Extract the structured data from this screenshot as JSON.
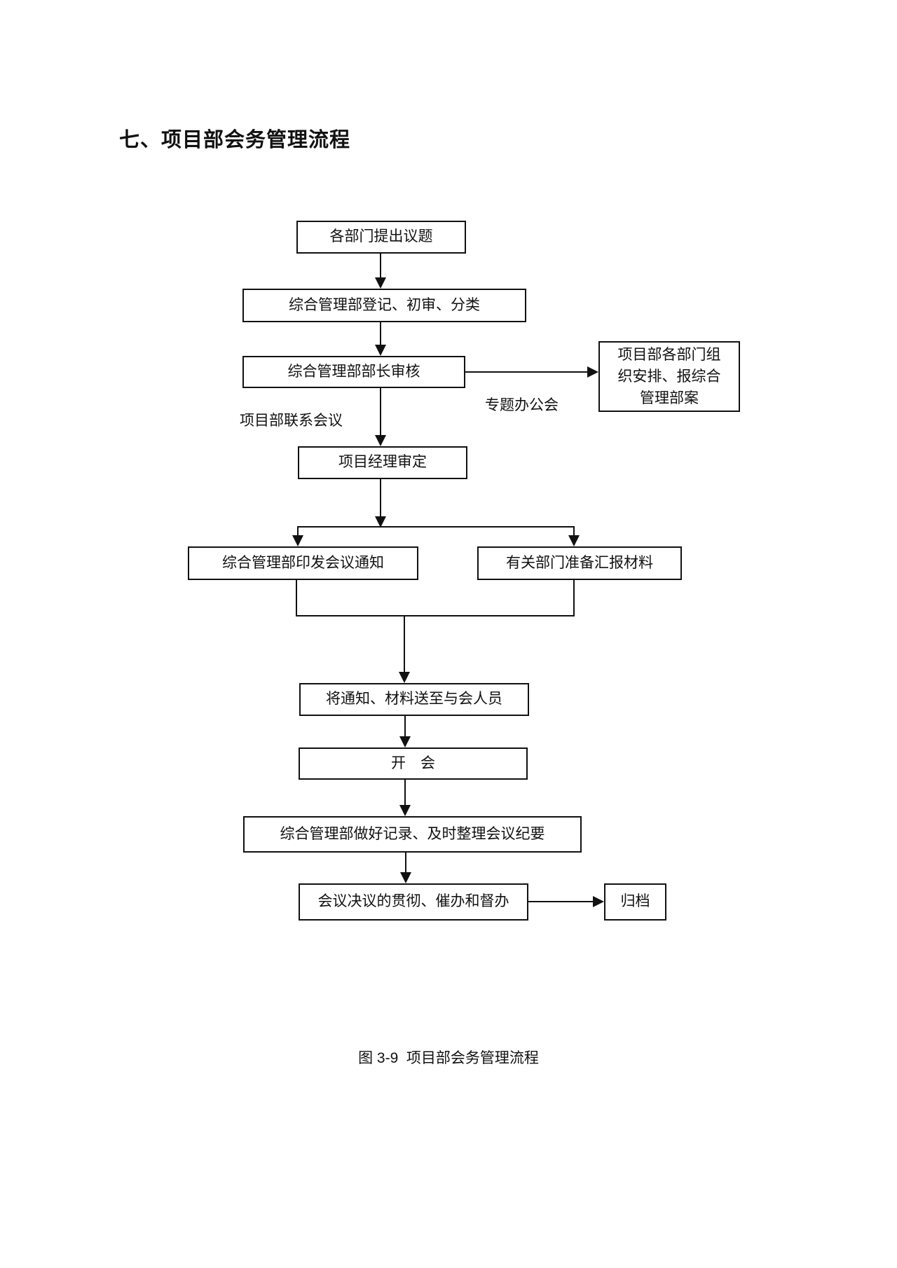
{
  "page": {
    "title": "七、项目部会务管理流程",
    "caption": "图 3-9  项目部会务管理流程"
  },
  "colors": {
    "background": "#ffffff",
    "line": "#111111",
    "text": "#111111"
  },
  "diagram": {
    "nodes": {
      "propose": {
        "label": "各部门提出议题"
      },
      "register": {
        "label": "综合管理部登记、初审、分类"
      },
      "chief_review": {
        "label": "综合管理部部长审核"
      },
      "dept_arrange": {
        "lines": [
          "项目部各部门组",
          "织安排、报综合",
          "管理部案"
        ]
      },
      "manager_approve": {
        "label": "项目经理审定"
      },
      "issue_notice": {
        "label": "综合管理部印发会议通知"
      },
      "prepare_materials": {
        "label": "有关部门准备汇报材料"
      },
      "deliver": {
        "label": "将通知、材料送至与会人员"
      },
      "meeting": {
        "label": "开　会"
      },
      "minutes": {
        "label": "综合管理部做好记录、及时整理会议纪要"
      },
      "implement": {
        "label": "会议决议的贯彻、催办和督办"
      },
      "archive": {
        "label": "归档"
      }
    },
    "edge_labels": {
      "liaison_meeting": "项目部联系会议",
      "special_office_meeting": "专题办公会"
    }
  }
}
